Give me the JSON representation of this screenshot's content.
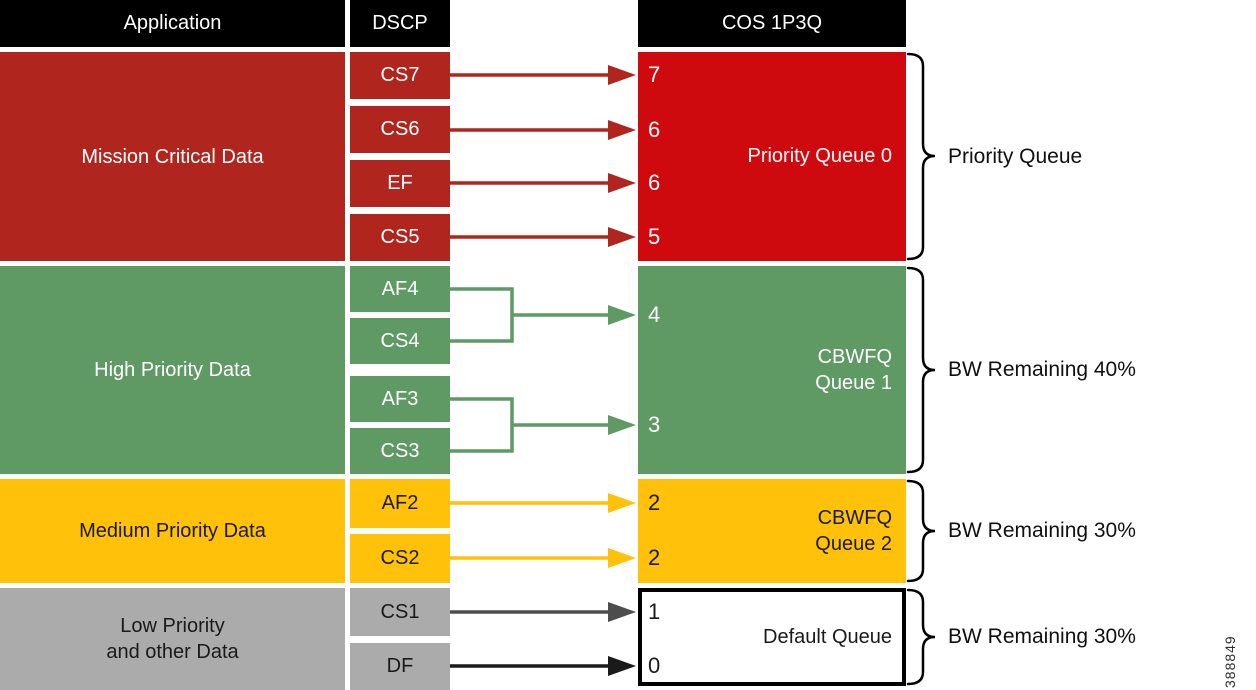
{
  "palette": {
    "header_black": "#000000",
    "dark_red": "#B0261F",
    "bright_red": "#CF0A0F",
    "green": "#5F9A64",
    "yellow": "#FFC10A",
    "gray": "#ABABAB",
    "arrow_dark_gray": "#4D4D4D",
    "arrow_black": "#1A1A1A",
    "text_white": "#FFFFFF",
    "text_black": "#1A1A1A"
  },
  "headers": {
    "application": "Application",
    "dscp": "DSCP",
    "cos": "COS 1P3Q"
  },
  "sections": [
    {
      "application": "Mission Critical Data",
      "dscp": [
        "CS7",
        "CS6",
        "EF",
        "CS5"
      ],
      "cos_numbers": [
        "7",
        "6",
        "6",
        "5"
      ],
      "queue_line1": "Priority Queue 0",
      "brace_label": "Priority Queue"
    },
    {
      "application": "High Priority Data",
      "dscp": [
        "AF4",
        "CS4",
        "AF3",
        "CS3"
      ],
      "cos_numbers": [
        "4",
        "3"
      ],
      "queue_line1": "CBWFQ",
      "queue_line2": "Queue 1",
      "brace_label": "BW Remaining 40%"
    },
    {
      "application": "Medium Priority Data",
      "dscp": [
        "AF2",
        "CS2"
      ],
      "cos_numbers": [
        "2",
        "2"
      ],
      "queue_line1": "CBWFQ",
      "queue_line2": "Queue 2",
      "brace_label": "BW Remaining 30%"
    },
    {
      "application": "Low Priority",
      "application_line2": "and other Data",
      "dscp": [
        "CS1",
        "DF"
      ],
      "cos_numbers": [
        "1",
        "0"
      ],
      "queue_line1": "Default Queue",
      "brace_label": "BW Remaining 30%"
    }
  ],
  "figure_number": "388849"
}
